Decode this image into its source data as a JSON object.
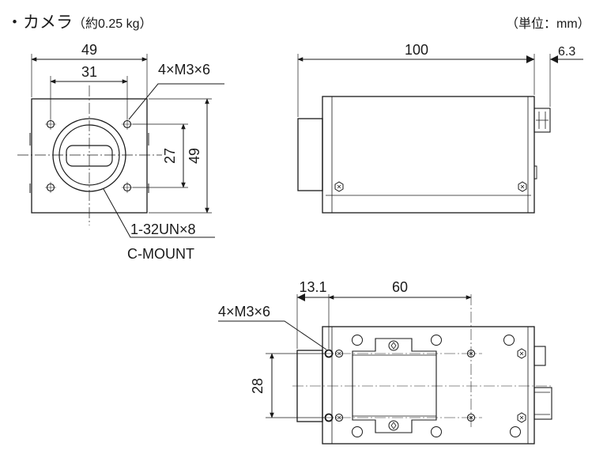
{
  "title": {
    "main": "・カメラ",
    "weight": "（約0.25 kg）"
  },
  "unit": "（単位：mm）",
  "front_view": {
    "dim_width_outer": "49",
    "dim_width_holes": "31",
    "dim_height_holes": "27",
    "dim_height_outer": "49",
    "screw_label": "4×M3×6",
    "thread_label": "1-32UN×8",
    "mount_label": "C-MOUNT"
  },
  "side_view": {
    "dim_length": "100",
    "dim_connector": "6.3"
  },
  "bottom_view": {
    "dim_offset": "13.1",
    "dim_pitch": "60",
    "screw_label": "4×M3×6",
    "dim_height": "28"
  }
}
